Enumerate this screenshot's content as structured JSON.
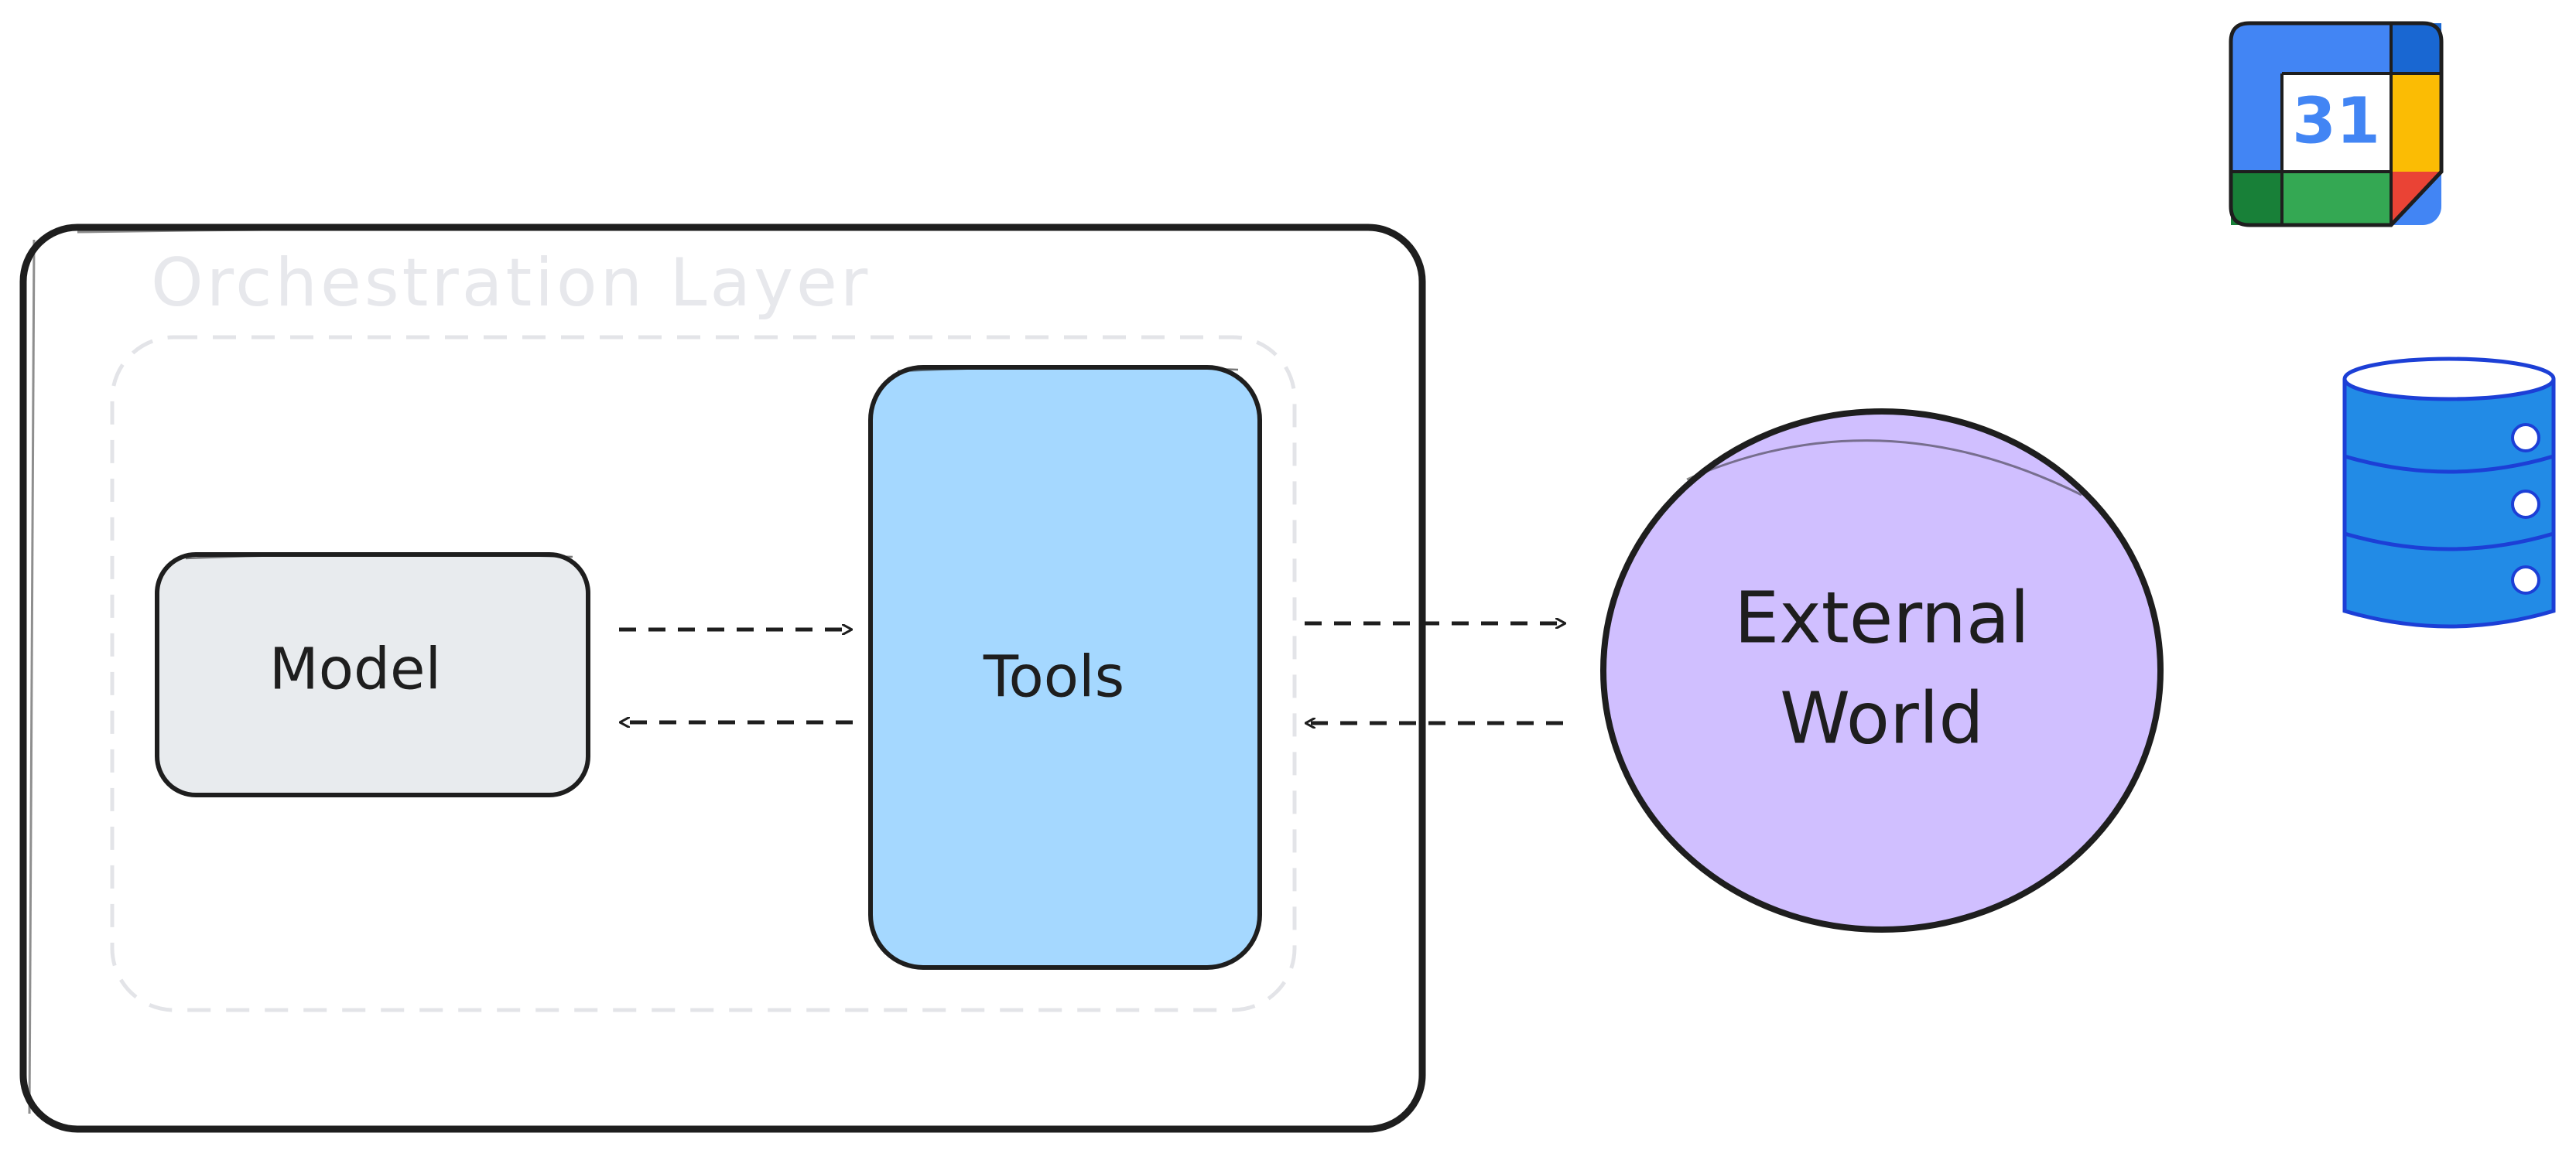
{
  "diagram": {
    "orchestration_label": "Orchestration Layer",
    "model_label": "Model",
    "tools_label": "Tools",
    "external_line1": "External",
    "external_line2": "World",
    "calendar_day": "31"
  },
  "colors": {
    "stroke": "#1e1e1e",
    "model_fill": "#e8ebee",
    "tools_fill": "#a5d8ff",
    "external_fill": "#d0bfff",
    "ghost": "#e3e4e8",
    "db_fill": "#228be6",
    "db_stroke": "#1c3fd6",
    "cal_blue": "#4285f4",
    "cal_darkblue": "#1967d2",
    "cal_yellow": "#fbbc04",
    "cal_green": "#34a853",
    "cal_darkgreen": "#188038",
    "cal_red": "#ea4335"
  },
  "icons": {
    "calendar": "google-calendar-icon",
    "database": "database-icon"
  }
}
